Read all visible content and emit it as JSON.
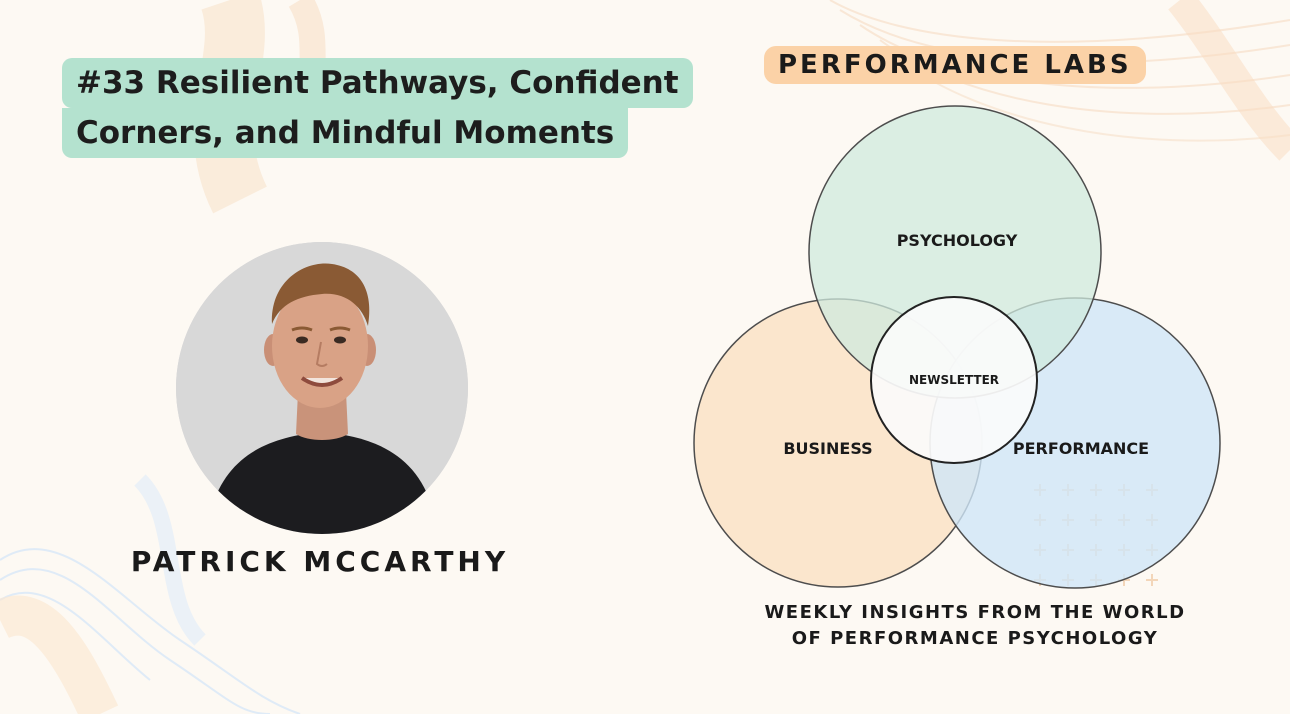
{
  "colors": {
    "background": "#fdf9f3",
    "title_highlight": "#b4e2cf",
    "brand_highlight": "#fbd2a7",
    "psychology_circle": "#d6ede2",
    "business_circle": "#fbe3c9",
    "performance_circle": "#d4e9f7",
    "newsletter_circle": "#fbfbfb"
  },
  "episode": {
    "title_line1": "#33 Resilient Pathways, Confident",
    "title_line2": "Corners, and Mindful Moments"
  },
  "host": {
    "name": "PATRICK MCCARTHY"
  },
  "brand": {
    "name": "PERFORMANCE LABS"
  },
  "diagram": {
    "psychology": "PSYCHOLOGY",
    "business": "BUSINESS",
    "performance": "PERFORMANCE",
    "center": "NEWSLETTER"
  },
  "tagline": {
    "line1": "WEEKLY INSIGHTS FROM THE WORLD",
    "line2": "OF PERFORMANCE PSYCHOLOGY"
  }
}
